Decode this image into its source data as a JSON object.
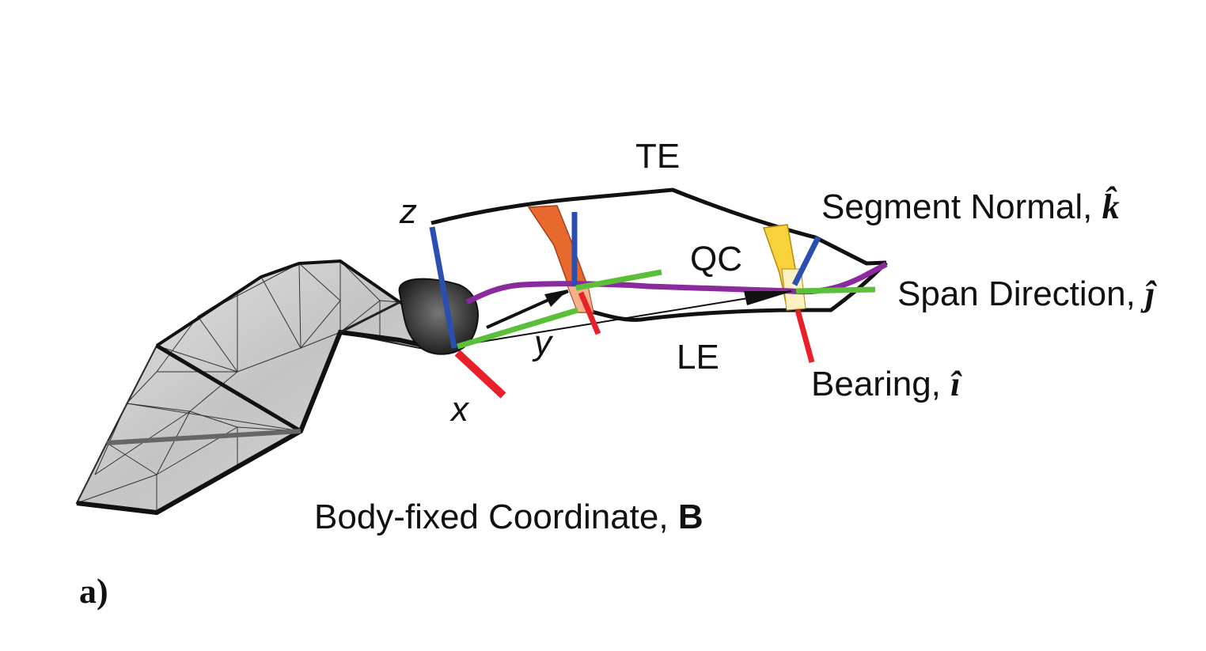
{
  "labels": {
    "te": "TE",
    "qc": "QC",
    "le": "LE",
    "z": "z",
    "y": "y",
    "x": "x",
    "segment_normal": "Segment Normal,",
    "segment_normal_symbol": "k̂",
    "span_direction": "Span Direction,",
    "span_direction_symbol": "ĵ",
    "bearing": "Bearing,",
    "bearing_symbol": "î",
    "body_fixed": "Body-fixed Coordinate, ",
    "body_fixed_symbol": "B",
    "panel": "a)"
  },
  "colors": {
    "x_axis": "#e8202a",
    "y_axis": "#5cbf3a",
    "z_axis": "#2b4fb0",
    "quarter_chord": "#8a2a9c",
    "outline": "#111111",
    "segment_strip_1": "#e8692e",
    "segment_strip_2": "#f7d23a",
    "mesh_fill": "#c8c8c8"
  }
}
